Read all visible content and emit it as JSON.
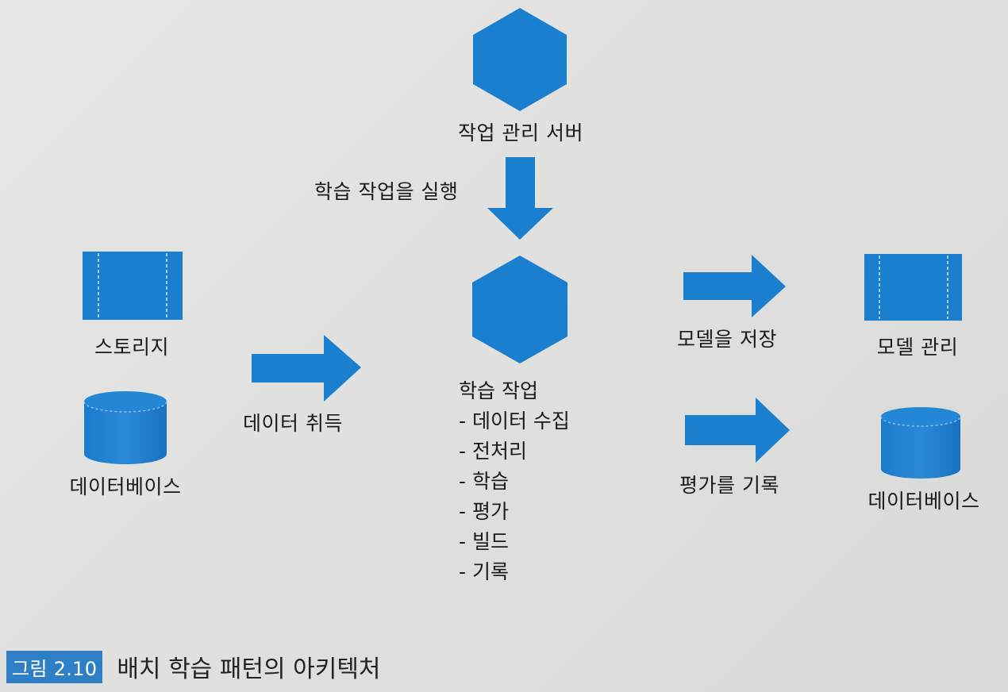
{
  "diagram": {
    "job_server_label": "작업 관리 서버",
    "run_job_label": "학습 작업을 실행",
    "storage_label": "스토리지",
    "source_db_label": "데이터베이스",
    "acquire_data_label": "데이터 취득",
    "train_job": {
      "title": "학습 작업",
      "steps": [
        "- 데이터 수집",
        "- 전처리",
        "- 학습",
        "- 평가",
        "- 빌드",
        "- 기록"
      ]
    },
    "save_model_label": "모델을 저장",
    "model_mgmt_label": "모델 관리",
    "record_eval_label": "평가를 기록",
    "result_db_label": "데이터베이스"
  },
  "caption": {
    "number": "그림 2.10",
    "text": "배치 학습 패턴의 아키텍처"
  },
  "colors": {
    "shape_blue": "#1b7fd0",
    "badge_blue": "#2e7fc5"
  }
}
